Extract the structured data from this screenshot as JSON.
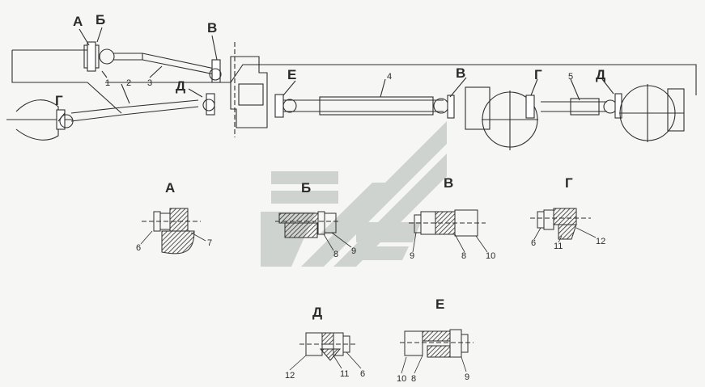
{
  "colors": {
    "ink": "#2f2f2f",
    "paper": "#f6f6f4",
    "watermark": "#cfd3cf"
  },
  "callouts": {
    "A": "А",
    "B": "Б",
    "V": "В",
    "G": "Г",
    "D": "Д",
    "E": "Е"
  },
  "parts": {
    "p1": "1",
    "p2": "2",
    "p3": "3",
    "p4": "4",
    "p5": "5"
  },
  "details": {
    "a": {
      "title": "А",
      "n1": "6",
      "n2": "7"
    },
    "b": {
      "title": "Б",
      "n1": "8",
      "n2": "9"
    },
    "v": {
      "title": "В",
      "n1": "9",
      "n2": "8",
      "n3": "10"
    },
    "g": {
      "title": "Г",
      "n1": "6",
      "n2": "11",
      "n3": "12"
    },
    "d": {
      "title": "Д",
      "n1": "12",
      "n2": "11",
      "n3": "6"
    },
    "e": {
      "title": "Е",
      "n1": "10",
      "n2": "8",
      "n3": "9"
    }
  }
}
